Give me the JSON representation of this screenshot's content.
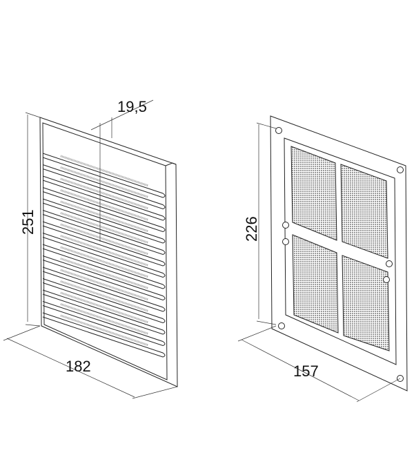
{
  "front_view": {
    "depth_label": "19,5",
    "height_label": "251",
    "width_label": "182"
  },
  "back_view": {
    "height_label": "226",
    "width_label": "157"
  },
  "colors": {
    "line": "#222222",
    "mesh": "#9a9a9a",
    "frame_fill": "#f4f4f4"
  }
}
